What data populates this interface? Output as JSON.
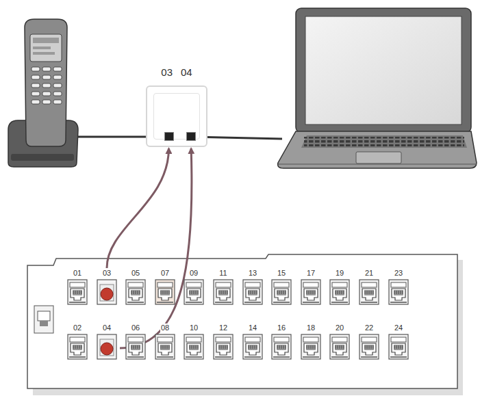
{
  "diagram": {
    "nodes": [
      {
        "text": [
          "03",
          "04"
        ]
      },
      {
        "text": [
          "01"
        ]
      },
      {
        "text": [
          "03"
        ]
      },
      {
        "text": [
          "05"
        ]
      },
      {
        "text": [
          "07"
        ]
      },
      {
        "text": [
          "09"
        ]
      },
      {
        "text": [
          "11"
        ]
      },
      {
        "text": [
          "13"
        ]
      },
      {
        "text": [
          "15"
        ]
      },
      {
        "text": [
          "17"
        ]
      },
      {
        "text": [
          "19"
        ]
      },
      {
        "text": [
          "21"
        ]
      },
      {
        "text": [
          "23"
        ]
      },
      {
        "text": [
          "02"
        ]
      },
      {
        "text": [
          "04"
        ]
      },
      {
        "text": [
          "06"
        ]
      },
      {
        "text": [
          "08"
        ]
      },
      {
        "text": [
          "10"
        ]
      },
      {
        "text": [
          "12"
        ]
      },
      {
        "text": [
          "14"
        ]
      },
      {
        "text": [
          "16"
        ]
      },
      {
        "text": [
          "18"
        ]
      },
      {
        "text": [
          "20"
        ]
      },
      {
        "text": [
          "22"
        ]
      },
      {
        "text": [
          "24"
        ]
      }
    ],
    "edges": [
      {
        "from": 2,
        "to": 0,
        "arrow": "to"
      },
      {
        "from": 14,
        "to": 0,
        "arrow": "to"
      }
    ]
  }
}
